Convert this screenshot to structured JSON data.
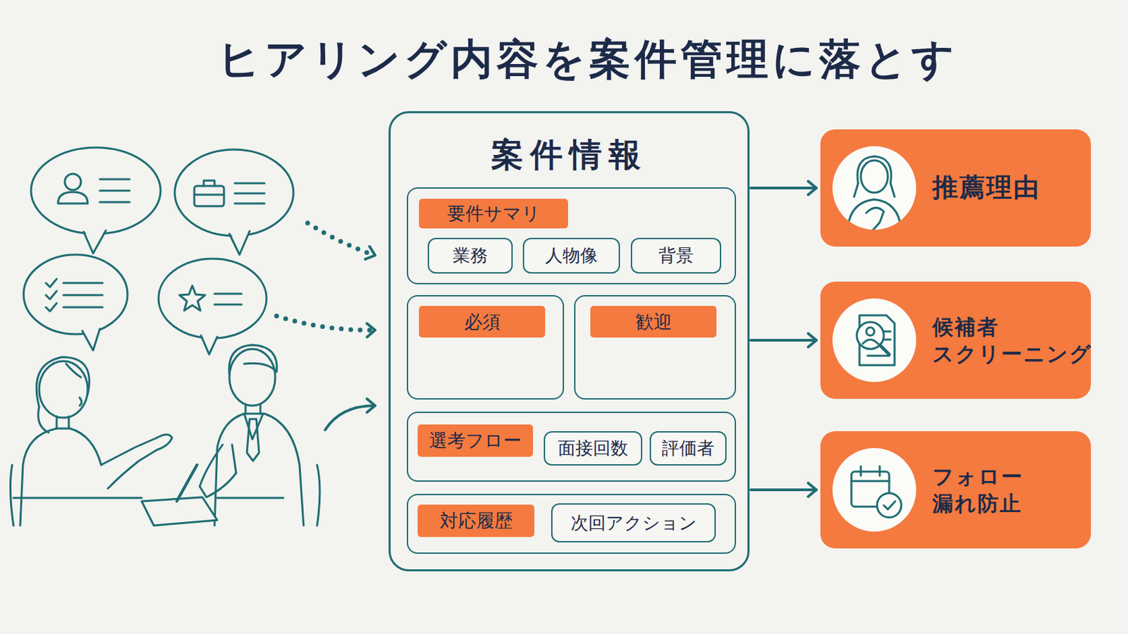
{
  "diagram": {
    "title": "ヒアリング内容を案件管理に落とす",
    "nodes": [
      {
        "text": [
          "案件情報"
        ]
      },
      {
        "text": [
          "要件サマリ"
        ],
        "in": 0
      },
      {
        "text": [
          "業務"
        ],
        "in": 1
      },
      {
        "text": [
          "人物像"
        ],
        "in": 1
      },
      {
        "text": [
          "背景"
        ],
        "in": 1
      },
      {
        "text": [
          "必須"
        ],
        "in": 0
      },
      {
        "text": [
          "歓迎"
        ],
        "in": 0
      },
      {
        "text": [
          "選考フロー"
        ],
        "in": 0
      },
      {
        "text": [
          "面接回数"
        ],
        "in": 7
      },
      {
        "text": [
          "評価者"
        ],
        "in": 7
      },
      {
        "text": [
          "対応履歴"
        ],
        "in": 0
      },
      {
        "text": [
          "次回アクション"
        ],
        "in": 10
      },
      {
        "text": [
          "推薦理由"
        ]
      },
      {
        "text": [
          "候補者 スクリーニング"
        ]
      },
      {
        "text": [
          "フォロー 漏れ防止"
        ]
      }
    ],
    "edges": [
      {
        "from": 0,
        "to": 12,
        "arrow": "to"
      },
      {
        "from": 0,
        "to": 13,
        "arrow": "to"
      },
      {
        "from": 0,
        "to": 14,
        "arrow": "to"
      }
    ]
  }
}
